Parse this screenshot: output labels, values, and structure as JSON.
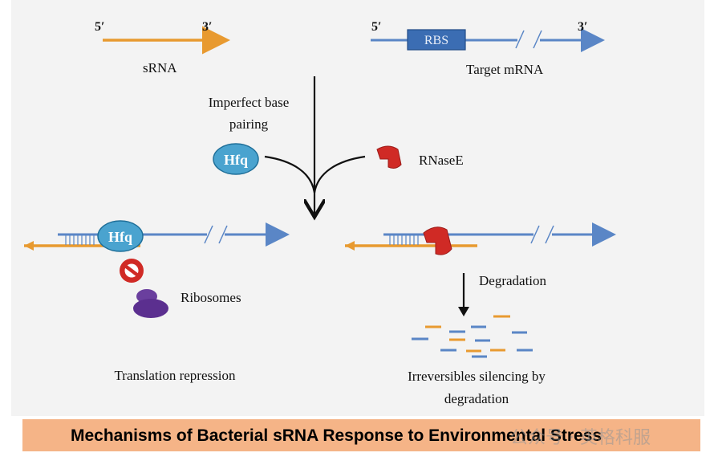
{
  "diagram": {
    "srna": {
      "five_prime": "5′",
      "three_prime": "3′",
      "label": "sRNA"
    },
    "mrna": {
      "five_prime": "5′",
      "three_prime": "3′",
      "rbs": "RBS",
      "label": "Target mRNA"
    },
    "pairing_label_line1": "Imperfect base",
    "pairing_label_line2": "pairing",
    "hfq": "Hfq",
    "rnase": "RNaseE",
    "ribosomes": "Ribosomes",
    "degradation": "Degradation",
    "left_outcome": "Translation repression",
    "right_outcome_line1": "Irreversibles silencing by",
    "right_outcome_line2": "degradation"
  },
  "caption": "Mechanisms of Bacterial sRNA Response to Environmental Stress",
  "watermark": "公众号 · 英格科服",
  "colors": {
    "srna": "#e89a30",
    "mrna": "#5a86c6",
    "hfq": "#4aa3cf",
    "rnase": "#d02a25",
    "ribosome": "#6a3f9e",
    "caption_bar": "#f5b487"
  }
}
